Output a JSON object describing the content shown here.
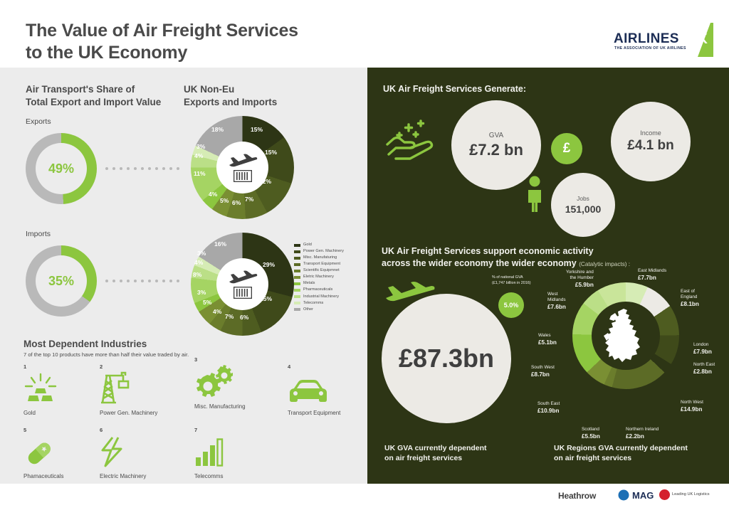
{
  "header": {
    "title_line1": "The Value of Air Freight Services",
    "title_line2": "to the UK Economy",
    "logo_word": "AIRLINES",
    "logo_uk": "UK",
    "logo_tagline": "THE ASSOCIATION OF UK AIRLINES"
  },
  "left": {
    "share_heading_l1": "Air Transport's Share of",
    "share_heading_l2": "Total Export and Import Value",
    "nonEu_heading_l1": "UK Non-Eu",
    "nonEu_heading_l2": "Exports and Imports",
    "exports_label": "Exports",
    "imports_label": "Imports",
    "exports_share": "49%",
    "imports_share": "35%",
    "industries_heading": "Most Dependent Industries",
    "industries_sub": "7 of the top 10 products have more than half their value traded by air.",
    "industries": [
      {
        "num": "1",
        "label": "Gold",
        "icon": "gold-bars-icon"
      },
      {
        "num": "2",
        "label": "Power Gen. Machinery",
        "icon": "crane-icon"
      },
      {
        "num": "3",
        "label": "Misc. Manufacturing",
        "icon": "gears-icon"
      },
      {
        "num": "4",
        "label": "Transport Equipment",
        "icon": "car-icon"
      },
      {
        "num": "5",
        "label": "Phamaceuticals",
        "icon": "pill-icon"
      },
      {
        "num": "6",
        "label": "Electric Machinery",
        "icon": "lightning-icon"
      },
      {
        "num": "7",
        "label": "Telecomms",
        "icon": "signal-bars-icon"
      }
    ],
    "legend": [
      {
        "label": "Gold",
        "color": "#2d3515"
      },
      {
        "label": "Power Gen. Machinery",
        "color": "#3f4a1a"
      },
      {
        "label": "Misc. Manufaturing",
        "color": "#4e5c20"
      },
      {
        "label": "Transport Equipment",
        "color": "#5c6b26"
      },
      {
        "label": "Scientific Equipmnet",
        "color": "#6b7d2c"
      },
      {
        "label": "Eletric Machinery",
        "color": "#7a8f33"
      },
      {
        "label": "Metals",
        "color": "#8cc63f"
      },
      {
        "label": "Pharmaceuticals",
        "color": "#a5d463"
      },
      {
        "label": "Industrial Machinery",
        "color": "#bbdf87"
      },
      {
        "label": "Telecomms",
        "color": "#d6ecb5"
      },
      {
        "label": "Other",
        "color": "#a8a8a8"
      }
    ]
  },
  "right": {
    "generate_heading": "UK Air Freight Services Generate:",
    "gva_label": "GVA",
    "gva_value": "£7.2 bn",
    "income_label": "Income",
    "income_value": "£4.1 bn",
    "jobs_label": "Jobs",
    "jobs_value": "151,000",
    "pound_symbol": "£",
    "catalytic_heading_l1": "UK Air Freight Services support economic activity",
    "catalytic_heading_l2": "across the wider economy the wider economy",
    "catalytic_note": "(Catalytic impacts) :",
    "big_value": "£87.3bn",
    "caption_left_l1": "UK GVA currently dependent",
    "caption_left_l2": "on air freight services",
    "caption_right_l1": "UK Regions GVA currently dependent",
    "caption_right_l2": "on air freight services",
    "national_gva_note_l1": "% of national GVA",
    "national_gva_note_l2": "(£1,747 billion in 2016)",
    "national_gva_pct": "5.0%"
  },
  "footer": {
    "partners": [
      "Heathrow",
      "MAG",
      "Leading UK Logistics"
    ]
  },
  "chart_data": [
    {
      "type": "pie",
      "title": "Air Transport's Share of Total Export Value",
      "categories": [
        "Air transport share",
        "Other"
      ],
      "values": [
        49,
        51
      ],
      "unit": "%",
      "label": "Exports",
      "display_value": "49%"
    },
    {
      "type": "pie",
      "title": "Air Transport's Share of Total Import Value",
      "categories": [
        "Air transport share",
        "Other"
      ],
      "values": [
        35,
        65
      ],
      "unit": "%",
      "label": "Imports",
      "display_value": "35%"
    },
    {
      "type": "pie",
      "title": "UK Non-Eu Exports",
      "unit": "%",
      "categories": [
        "Gold",
        "Power Gen. Machinery",
        "Misc. Manufaturing",
        "Transport Equipment",
        "Scientific Equipmnet",
        "Eletric Machinery",
        "Metals",
        "Pharmaceuticals",
        "Industrial Machinery",
        "Telecomms",
        "Other"
      ],
      "values": [
        15,
        15,
        12,
        7,
        6,
        5,
        4,
        11,
        4,
        3,
        18
      ],
      "colors": [
        "#2d3515",
        "#3f4a1a",
        "#4e5c20",
        "#5c6b26",
        "#6b7d2c",
        "#7a8f33",
        "#8cc63f",
        "#a5d463",
        "#bbdf87",
        "#d6ecb5",
        "#a8a8a8"
      ]
    },
    {
      "type": "pie",
      "title": "UK Non-Eu Imports",
      "unit": "%",
      "categories": [
        "Gold",
        "Power Gen. Machinery",
        "Misc. Manufaturing",
        "Transport Equipment",
        "Scientific Equipmnet",
        "Eletric Machinery",
        "Metals",
        "Pharmaceuticals",
        "Industrial Machinery",
        "Telecomms",
        "Other"
      ],
      "values": [
        29,
        15,
        6,
        7,
        4,
        5,
        3,
        8,
        4,
        3,
        16
      ],
      "colors": [
        "#2d3515",
        "#3f4a1a",
        "#4e5c20",
        "#5c6b26",
        "#6b7d2c",
        "#7a8f33",
        "#8cc63f",
        "#a5d463",
        "#bbdf87",
        "#d6ecb5",
        "#a8a8a8"
      ]
    },
    {
      "type": "pie",
      "title": "UK Regions GVA currently dependent on air freight services",
      "unit": "£bn",
      "categories": [
        "Yorkshire and the Humber",
        "East Midlands",
        "East of England",
        "London",
        "North East",
        "North West",
        "Northern Ireland",
        "Scotland",
        "South East",
        "South West",
        "Wales",
        "West Midlands"
      ],
      "values": [
        5.9,
        7.7,
        8.1,
        7.9,
        2.8,
        14.9,
        2.2,
        5.5,
        10.9,
        8.7,
        5.1,
        7.6
      ],
      "labels": [
        "£5.9bn",
        "£7.7bn",
        "£8.1bn",
        "£7.9bn",
        "£2.8bn",
        "£14.9bn",
        "£2.2bn",
        "£5.5bn",
        "£10.9bn",
        "£8.7bn",
        "£5.1bn",
        "£7.6bn"
      ],
      "total": "£87.3bn"
    }
  ],
  "regions": [
    {
      "name": "Yorkshire and",
      "name2": "the Humber",
      "value": "£5.9bn"
    },
    {
      "name": "East Midlands",
      "name2": "",
      "value": "£7.7bn"
    },
    {
      "name": "East of",
      "name2": "England",
      "value": "£8.1bn"
    },
    {
      "name": "London",
      "name2": "",
      "value": "£7.9bn"
    },
    {
      "name": "North East",
      "name2": "",
      "value": "£2.8bn"
    },
    {
      "name": "North West",
      "name2": "",
      "value": "£14.9bn"
    },
    {
      "name": "Northern Ireland",
      "name2": "",
      "value": "£2.2bn"
    },
    {
      "name": "Scotland",
      "name2": "",
      "value": "£5.5bn"
    },
    {
      "name": "South East",
      "name2": "",
      "value": "£10.9bn"
    },
    {
      "name": "South West",
      "name2": "",
      "value": "£8.7bn"
    },
    {
      "name": "Wales",
      "name2": "",
      "value": "£5.1bn"
    },
    {
      "name": "West",
      "name2": "Midlands",
      "value": "£7.6bn"
    }
  ]
}
